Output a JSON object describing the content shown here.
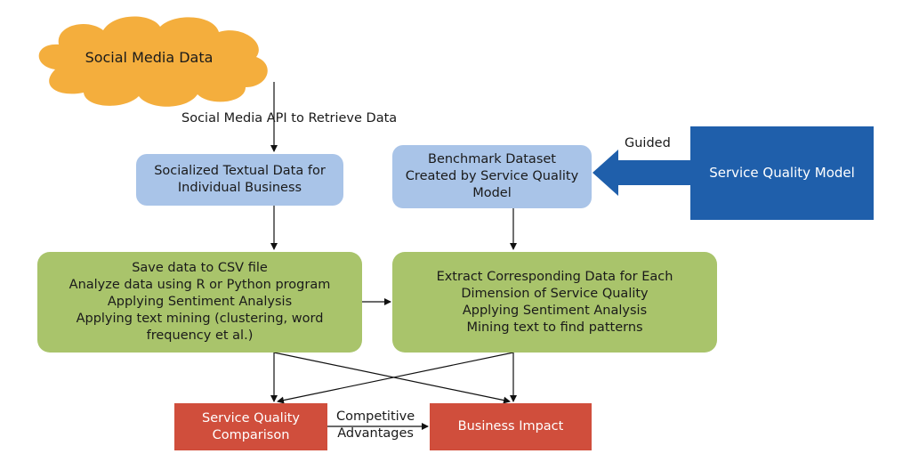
{
  "nodes": {
    "social_media": {
      "label": "Social Media Data",
      "color": "#f4ae3d"
    },
    "socialized": {
      "lines": [
        "Socialized Textual Data for",
        "Individual Business"
      ]
    },
    "benchmark": {
      "lines": [
        "Benchmark Dataset",
        "Created by Service Quality",
        "Model"
      ]
    },
    "service_model": {
      "label": "Service Quality Model"
    },
    "save_data": {
      "lines": [
        "Save data to CSV file",
        "Analyze data using R or Python program",
        "Applying Sentiment Analysis",
        "Applying text mining (clustering, word",
        "frequency et al.)"
      ]
    },
    "extract": {
      "lines": [
        "Extract Corresponding Data for Each",
        "Dimension of Service Quality",
        "Applying Sentiment Analysis",
        "Mining text to find patterns"
      ]
    },
    "comparison": {
      "lines": [
        "Service Quality",
        "Comparison"
      ]
    },
    "business_impact": {
      "label": "Business Impact"
    }
  },
  "edge_labels": {
    "api": "Social Media API to Retrieve Data",
    "guided": "Guided",
    "competitive": [
      "Competitive",
      "Advantages"
    ]
  },
  "colors": {
    "cloud": "#f4ae3d",
    "light_blue": "#a9c4e8",
    "green": "#a9c46b",
    "red": "#d04e3c",
    "dark_blue": "#1f5fab"
  }
}
